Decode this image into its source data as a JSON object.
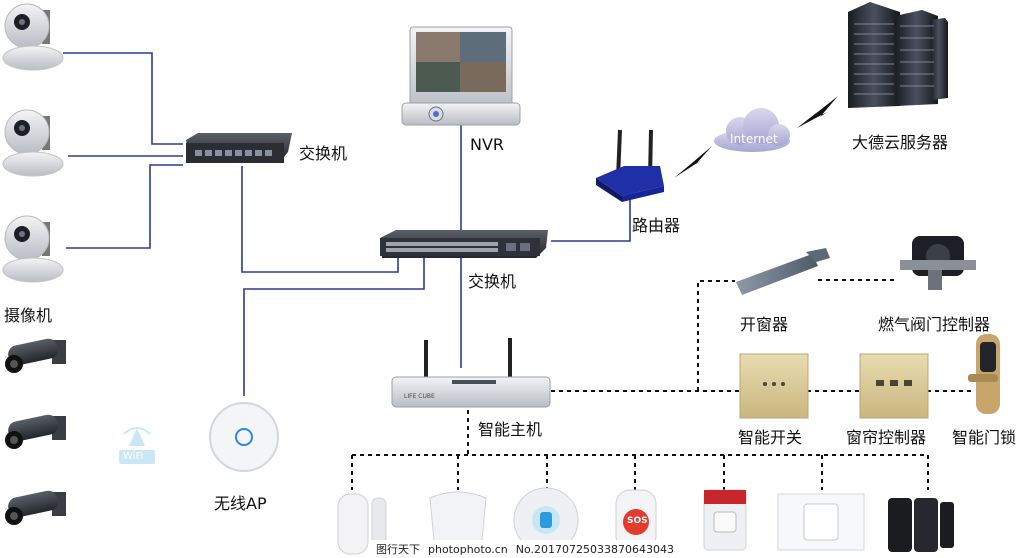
{
  "labels": {
    "switch_small": "交换机",
    "nvr": "NVR",
    "cloud_server": "大德云服务器",
    "internet": "Internet",
    "router": "路由器",
    "switch_large": "交换机",
    "camera_group": "摄像机",
    "window_opener": "开窗器",
    "gas_valve_controller": "燃气阀门控制器",
    "smart_host": "智能主机",
    "smart_switch": "智能开关",
    "curtain_controller": "窗帘控制器",
    "smart_lock": "智能门锁",
    "wireless_ap": "无线AP",
    "wifi_badge": "WiFi",
    "sos": "SOS",
    "host_brand": "LIFE CUBE"
  },
  "watermark": {
    "site": "图行天下",
    "url": "photophoto.cn",
    "number": "No.20170725033870643043"
  },
  "colors": {
    "wire": "#2c3a96",
    "dashed": "#111111",
    "panel_gold": "#d6c79a"
  }
}
